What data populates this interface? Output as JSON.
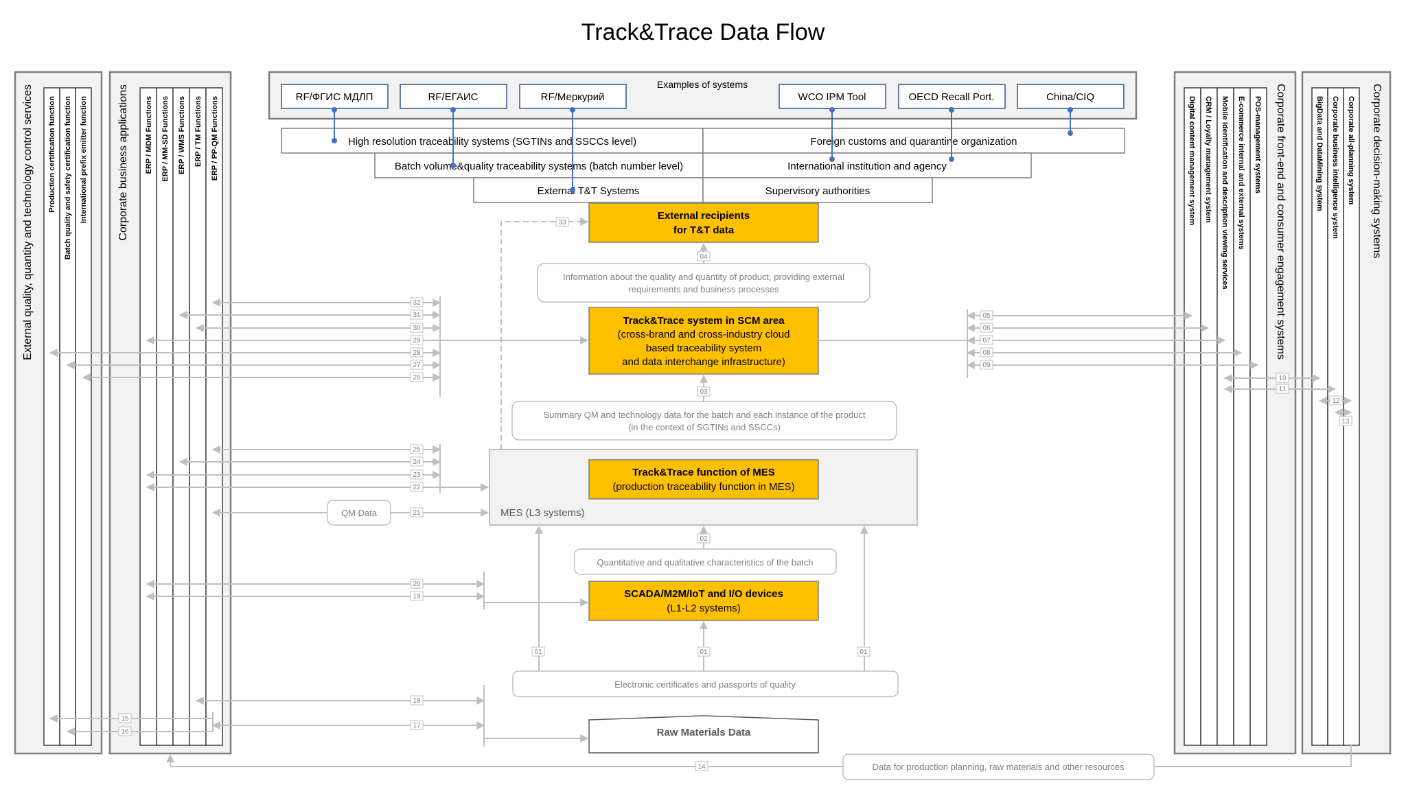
{
  "title": "Track&Trace Data Flow",
  "left_panels": [
    {
      "title": "External quality, quantity and technology control services",
      "items": [
        "Production certification function",
        "Batch quality and safety certification function",
        "International prefix emitter function"
      ]
    },
    {
      "title": "Corporate business applications",
      "items": [
        "ERP / MDM Functions",
        "ERP / MM-SD Functions",
        "ERP / WMS Functions",
        "ERP / TM Functions",
        "ERP / PP-QM Functions"
      ]
    }
  ],
  "right_panels": [
    {
      "title": "Corporate front-end and consumer engagement systems",
      "items": [
        "Digital content management system",
        "CRM / Loyalty management system",
        "Mobile identification and description viewing services",
        "E-commerce internal and external systems",
        "POS-management systems"
      ]
    },
    {
      "title": "Corporate decision-making systems",
      "items": [
        "BigData and DataMining system",
        "Corporate business intelligence system",
        "Corporate all-planning system"
      ]
    }
  ],
  "examples": {
    "label": "Examples of systems",
    "systems": [
      "RF/ФГИС МДЛП",
      "RF/ЕГАИС",
      "RF/Меркурий",
      "WCO IPM Tool",
      "OECD Recall Port.",
      "China/CIQ"
    ]
  },
  "tiers": {
    "left": [
      "High resolution traceability systems (SGTINs and SSCCs level)",
      "Batch volume&quality traceability systems (batch number level)",
      "External T&T Systems"
    ],
    "right": [
      "Foreign customs and quarantine organization",
      "International institution and agency",
      "Supervisory authorities"
    ]
  },
  "center": {
    "external_recipients": [
      "External recipients",
      "for T&T data"
    ],
    "info_quality": [
      "Information about the quality and quantity of product, providing external",
      "requirements and business processes"
    ],
    "tt_system": [
      "Track&Trace system in SCM area",
      "(cross-brand and cross-industry cloud",
      "based traceability system",
      "and data interchange infrastructure)"
    ],
    "summary_qm": [
      "Summary QM and technology data for the batch and each instance of the product",
      "(in the context of SGTINs and SSCCs)"
    ],
    "tt_mes": [
      "Track&Trace function of MES",
      "(production traceability function in MES)"
    ],
    "mes_label": "MES (L3 systems)",
    "qm_data": "QM Data",
    "quant_qual": "Quantitative and qualitative characteristics of the batch",
    "scada": [
      "SCADA/M2M/IoT  and I/O devices",
      "(L1-L2 systems)"
    ],
    "certificates": "Electronic certificates and passports of quality",
    "raw_materials": "Raw Materials Data",
    "planning_data": "Data for production planning, raw materials and other resources"
  },
  "flow_numbers": [
    "01",
    "02",
    "03",
    "04",
    "05",
    "06",
    "07",
    "08",
    "09",
    "10",
    "11",
    "12",
    "13",
    "14",
    "15",
    "16",
    "17",
    "18",
    "19",
    "20",
    "21",
    "22",
    "23",
    "24",
    "25",
    "26",
    "27",
    "28",
    "29",
    "30",
    "31",
    "32",
    "33"
  ],
  "colors": {
    "accent": "#ffc000",
    "system_border": "#2f5597",
    "connector": "#4472c4",
    "flow_line": "#bfbfbf"
  }
}
